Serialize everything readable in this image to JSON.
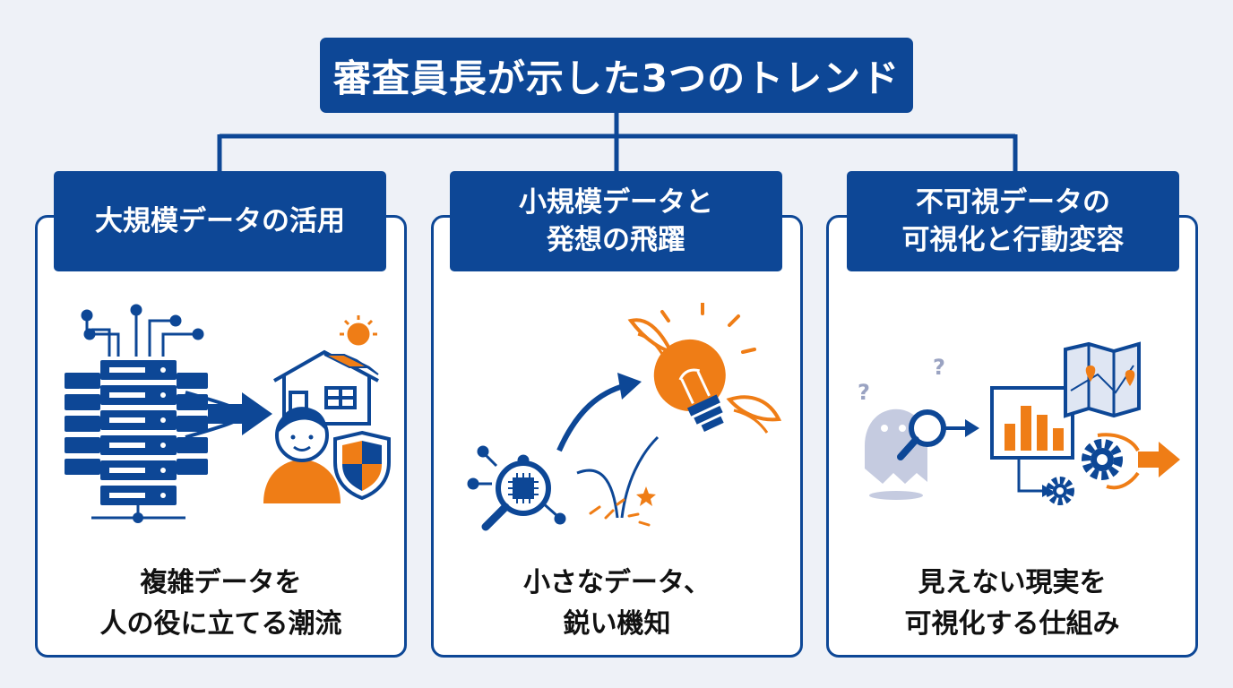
{
  "title": "審査員長が示した3つのトレンド",
  "colors": {
    "navy": "#0d4796",
    "orange": "#ef7d16",
    "ghost": "#c5cbe0",
    "background": "#eef1f7"
  },
  "trends": [
    {
      "header_lines": [
        "大規模データの活用"
      ],
      "caption_lines": [
        "複雑データを",
        "人の役に立てる潮流"
      ],
      "icons": [
        "server-rack-icon",
        "arrow-right-icon",
        "house-solar-icon",
        "sun-icon",
        "person-icon",
        "shield-icon"
      ]
    },
    {
      "header_lines": [
        "小規模データと",
        "発想の飛躍"
      ],
      "caption_lines": [
        "小さなデータ、",
        "鋭い機知"
      ],
      "icons": [
        "magnifier-chip-icon",
        "curved-arrow-icon",
        "winged-lightbulb-icon",
        "sparkle-icon"
      ]
    },
    {
      "header_lines": [
        "不可視データの",
        "可視化と行動変容"
      ],
      "caption_lines": [
        "見えない現実を",
        "可視化する仕組み"
      ],
      "icons": [
        "ghost-icon",
        "question-mark-icon",
        "magnifier-icon",
        "bar-chart-monitor-icon",
        "map-icon",
        "gears-icon",
        "arrow-right-icon"
      ]
    }
  ]
}
